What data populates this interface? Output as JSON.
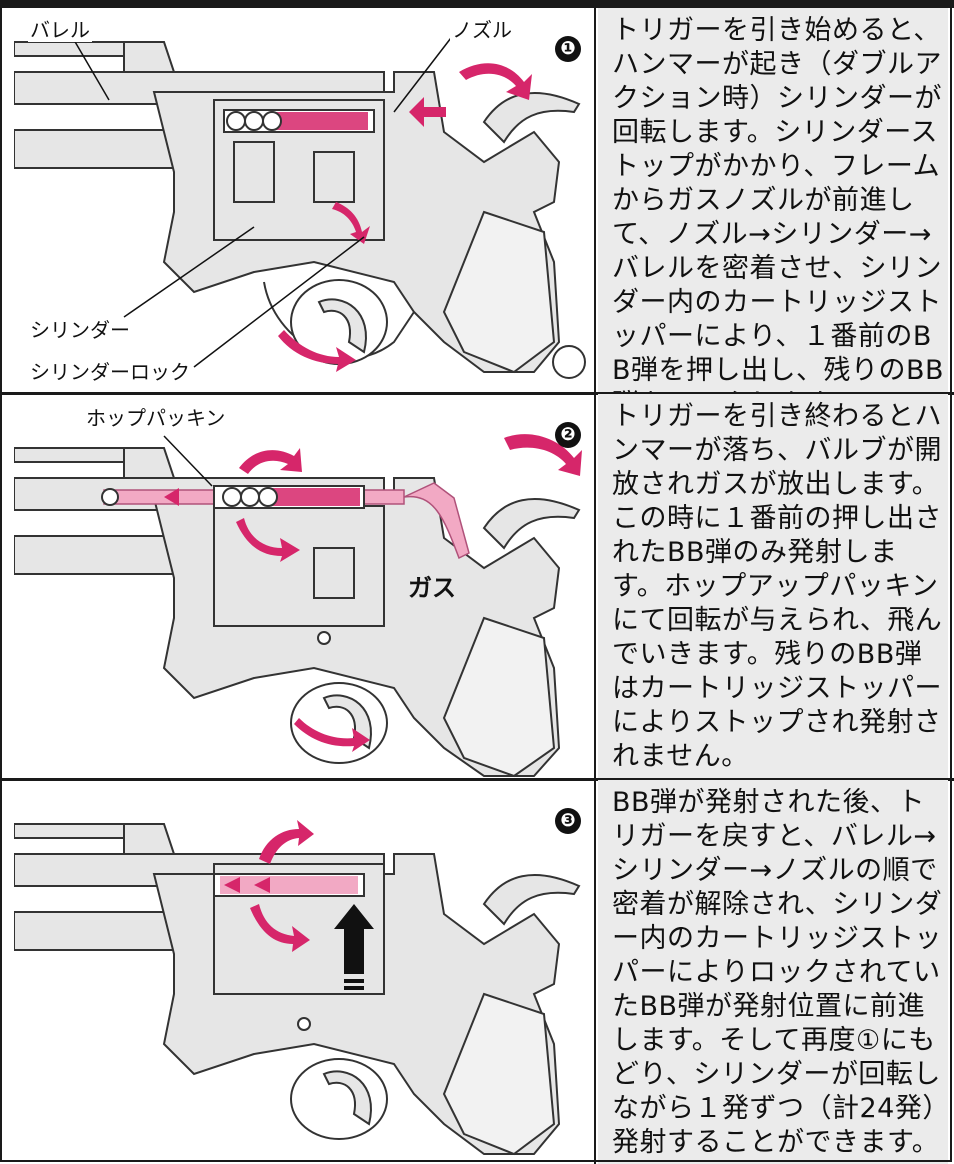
{
  "colors": {
    "accent": "#d6266a",
    "gas": "#f2a9c4",
    "gun_fill": "#e6e6e6",
    "text_bg": "#ebebeb"
  },
  "panels": [
    {
      "step": "❶",
      "labels": {
        "barrel": "バレル",
        "nozzle": "ノズル",
        "cylinder": "シリンダー",
        "cylinder_lock": "シリンダーロック"
      },
      "description": "トリガーを引き始めると、ハンマーが起き（ダブルアクション時）シリンダーが回転します。シリンダーストップがかかり、フレームからガスノズルが前進して、ノズル→シリンダー→バレルを密着させ、シリンダー内のカートリッジストッパーにより、１番前のBB弾を押し出し、残りのBB弾をロックします。"
    },
    {
      "step": "❷",
      "labels": {
        "hop_packing": "ホップパッキン",
        "gas": "ガス"
      },
      "description": "トリガーを引き終わるとハンマーが落ち、バルブが開放されガスが放出します。この時に１番前の押し出されたBB弾のみ発射します。ホップアップパッキンにて回転が与えられ、飛んでいきます。残りのBB弾はカートリッジストッパーによりストップされ発射されません。"
    },
    {
      "step": "❸",
      "labels": {},
      "description": "BB弾が発射された後、トリガーを戻すと、バレル→シリンダー→ノズルの順で密着が解除され、シリンダー内のカートリッジストッパーによりロックされていたBB弾が発射位置に前進します。そして再度①にもどり、シリンダーが回転しながら１発ずつ（計24発）発射することができます。"
    }
  ]
}
